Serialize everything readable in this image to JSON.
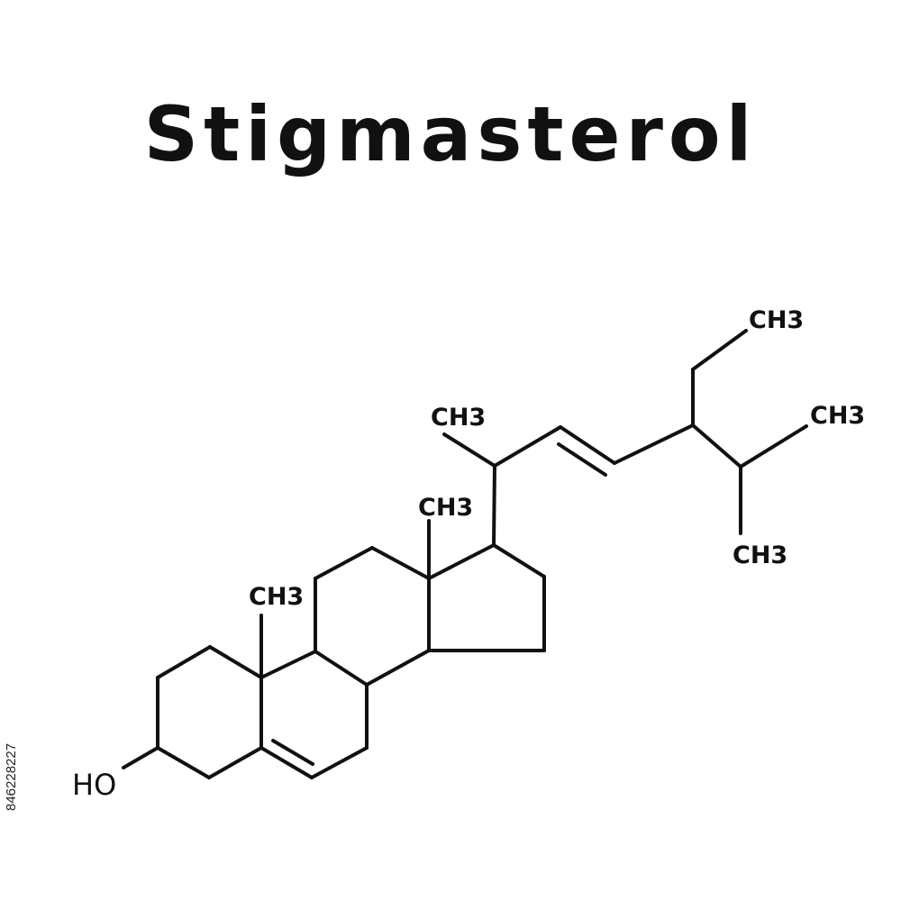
{
  "title": "Stigmasterol",
  "stock_id": "846228227",
  "labels": {
    "hydroxyl": "HO",
    "methyl_c10": "CH3",
    "methyl_c13": "CH3",
    "methyl_c20": "CH3",
    "methyl_ethyl_end": "CH3",
    "methyl_isopropyl_a": "CH3",
    "methyl_isopropyl_b": "CH3"
  },
  "colors": {
    "ink": "#111111",
    "background": "#ffffff"
  }
}
